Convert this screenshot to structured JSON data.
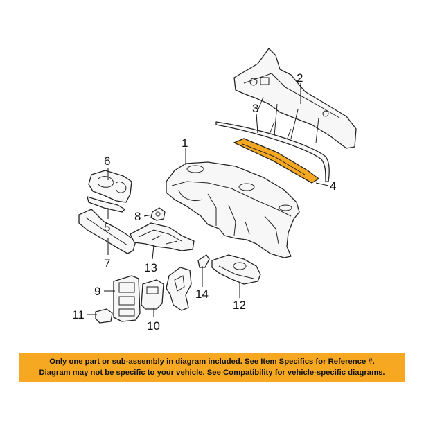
{
  "callouts": {
    "c1": "1",
    "c2": "2",
    "c3": "3",
    "c4": "4",
    "c5": "5",
    "c6": "6",
    "c7": "7",
    "c8": "8",
    "c9": "9",
    "c10": "10",
    "c11": "11",
    "c12": "12",
    "c13": "13",
    "c14": "14"
  },
  "highlight_color": "#f6a823",
  "notice": {
    "line1": "Only one part or sub-assembly in diagram included. See Item Specifics for Reference #.",
    "line2": "Diagram may not be specific to your vehicle. See Compatibility for vehicle-specific diagrams."
  }
}
